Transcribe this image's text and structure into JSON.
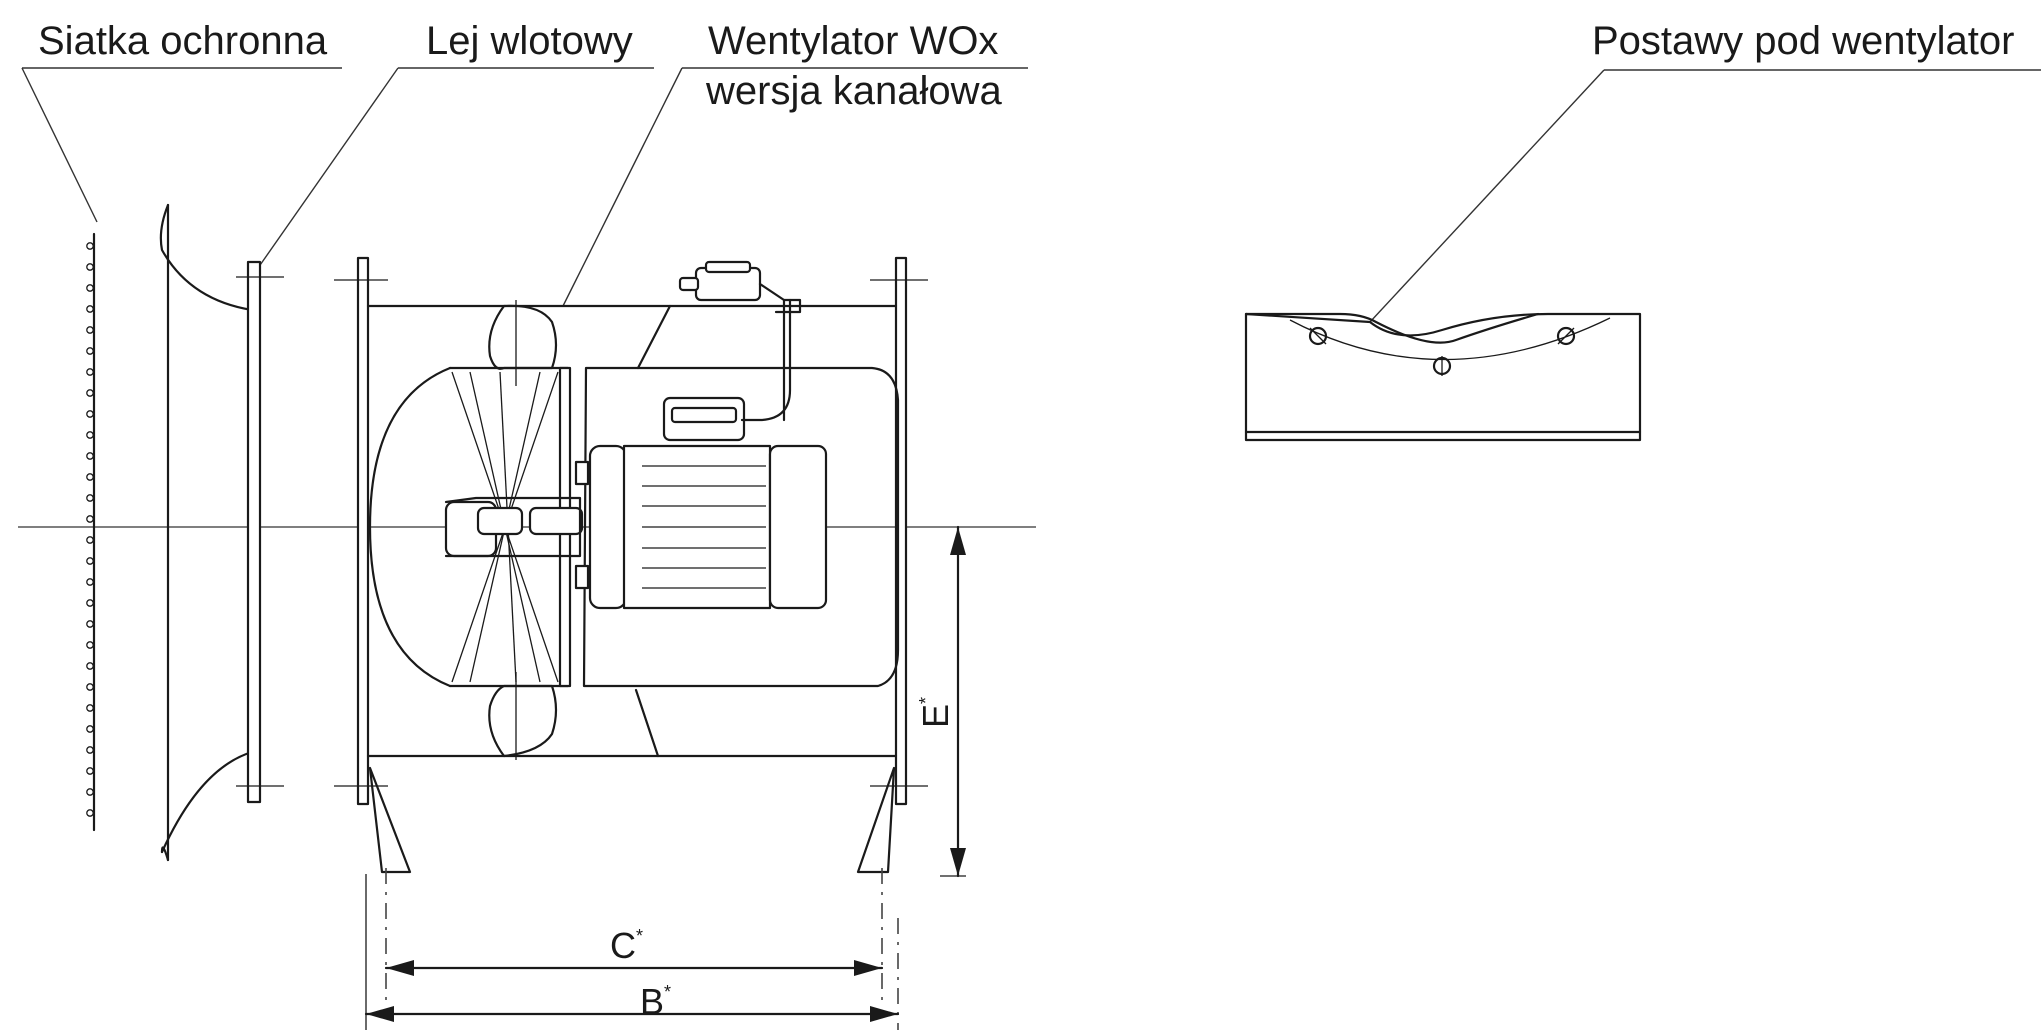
{
  "callouts": {
    "grille": "Siatka ochronna",
    "inlet_cone": "Lej wlotowy",
    "fan_title": "Wentylator WOx",
    "fan_subtitle": "wersja kanałowa",
    "stand": "Postawy pod wentylator"
  },
  "dimensions": {
    "C": "C",
    "B": "B",
    "E": "E",
    "marker": "*"
  }
}
